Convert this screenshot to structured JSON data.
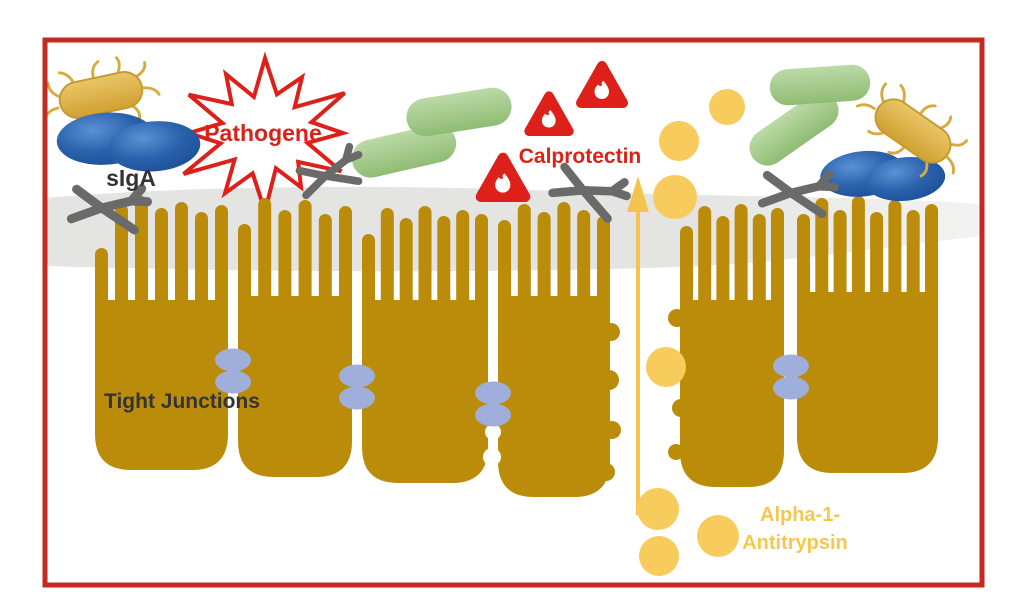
{
  "diagram": {
    "labels": {
      "siga": "sIgA",
      "pathogen": "Pathogene",
      "calprotectin": "Calprotectin",
      "tight_junctions": "Tight Junctions",
      "alpha1_line1": "Alpha-1-",
      "alpha1_line2": "Antitrypsin"
    },
    "colors": {
      "border_red": "#C22A22",
      "accent_red": "#DD201A",
      "text_red": "#D92318",
      "cell_gold": "#BA8C0A",
      "dot_yellow": "#F8CC5C",
      "arrow_yellow": "#F5C44E",
      "mucus_gray": "#E4E4E3",
      "antibody_gray": "#6A6A6A",
      "tj_blue": "#9FAEDA",
      "label_dark": "#333338",
      "alpha_text_yellow": "#F7C64C"
    },
    "icons": {
      "flame_warning": "red-warning-triangle-flame-icon",
      "antibody": "gray-antibody-x-icon",
      "bacterium_rod_gold": "gold-rod-bacterium-with-flagella-icon",
      "bacterium_rod_green": "green-rod-bacterium-icon",
      "bacterium_cocci_blue": "blue-oval-bacteria-pair-icon",
      "tight_junction": "blue-double-ellipse-junction-icon",
      "permeability_arrow": "yellow-up-arrow-icon",
      "pathogen_burst": "red-starburst-icon"
    }
  }
}
